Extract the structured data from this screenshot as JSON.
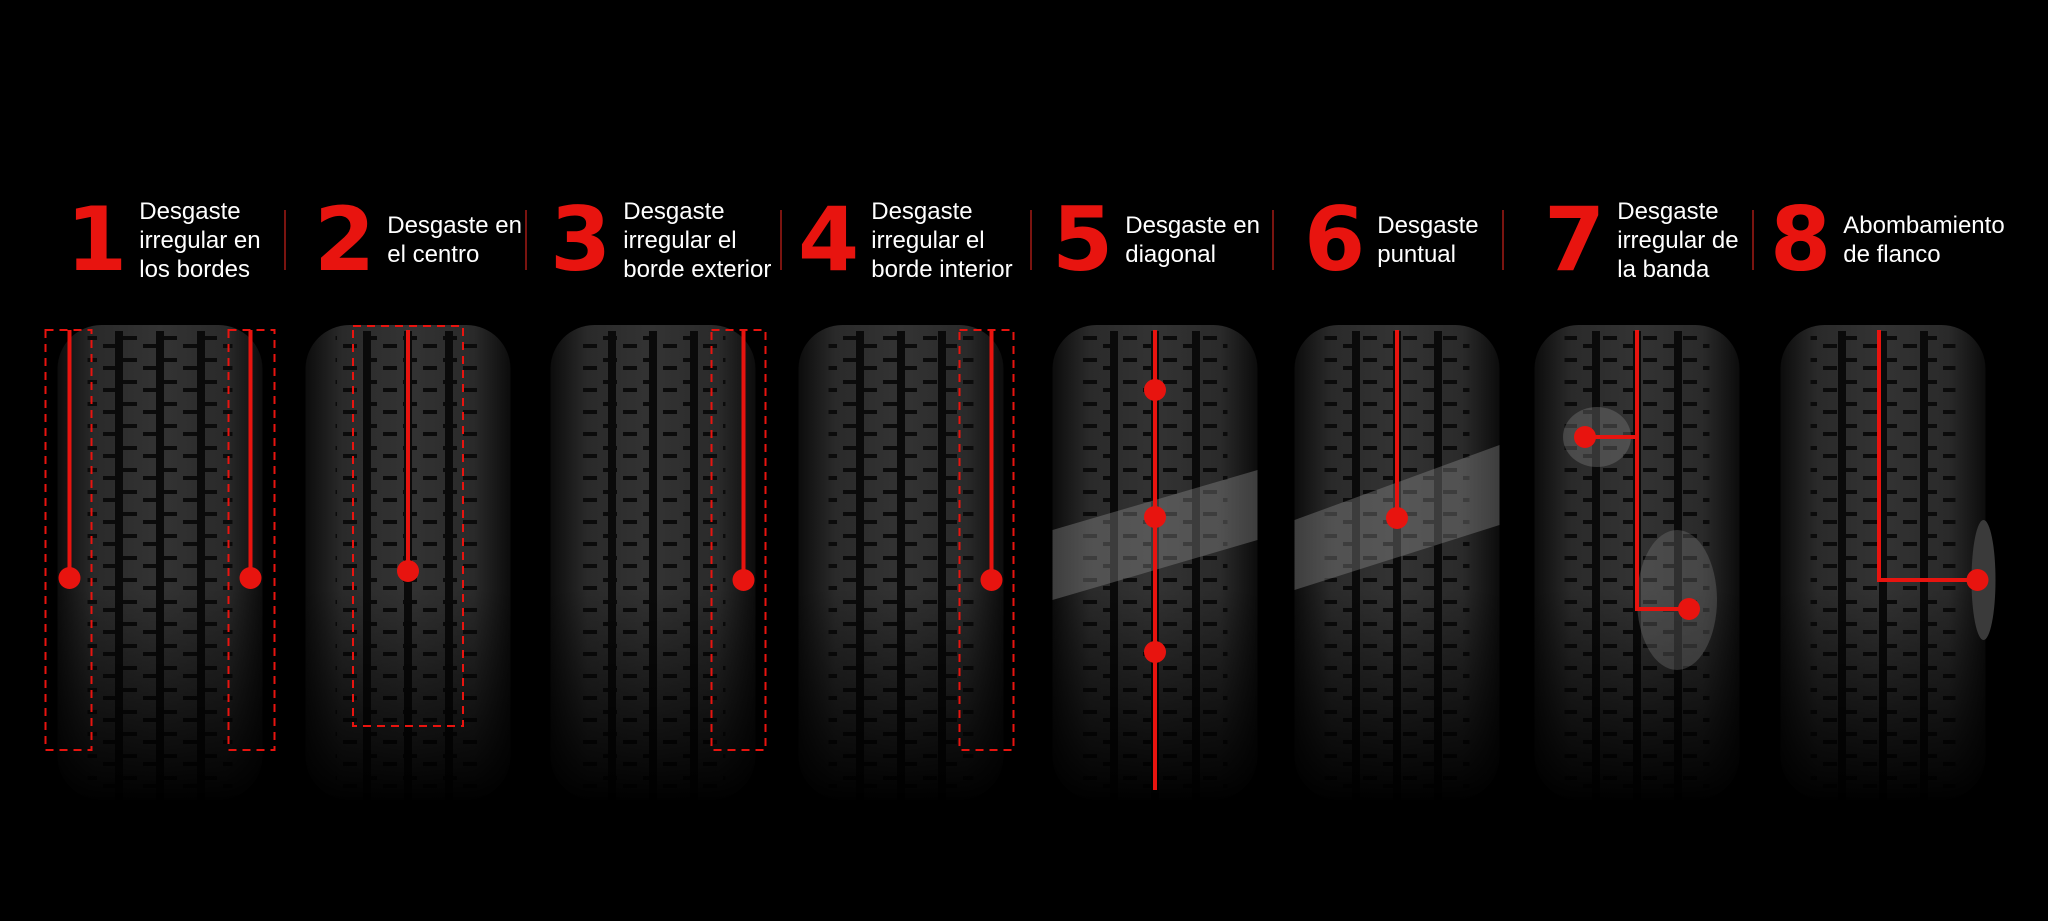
{
  "accent_color": "#e8140f",
  "items": [
    {
      "number": "1",
      "label": "Desgaste\nirregular en\nlos bordes",
      "marker": "edges-both"
    },
    {
      "number": "2",
      "label": "Desgaste en\nel centro",
      "marker": "center"
    },
    {
      "number": "3",
      "label": "Desgaste\nirregular el\nborde exterior",
      "marker": "edge-outer"
    },
    {
      "number": "4",
      "label": "Desgaste\nirregular el\nborde interior",
      "marker": "edge-inner"
    },
    {
      "number": "5",
      "label": "Desgaste en\ndiagonal",
      "marker": "diagonal"
    },
    {
      "number": "6",
      "label": "Desgaste\npuntual",
      "marker": "spot"
    },
    {
      "number": "7",
      "label": "Desgaste\nirregular de\nla banda",
      "marker": "band"
    },
    {
      "number": "8",
      "label": "Abombamiento\nde flanco",
      "marker": "bulge"
    }
  ]
}
